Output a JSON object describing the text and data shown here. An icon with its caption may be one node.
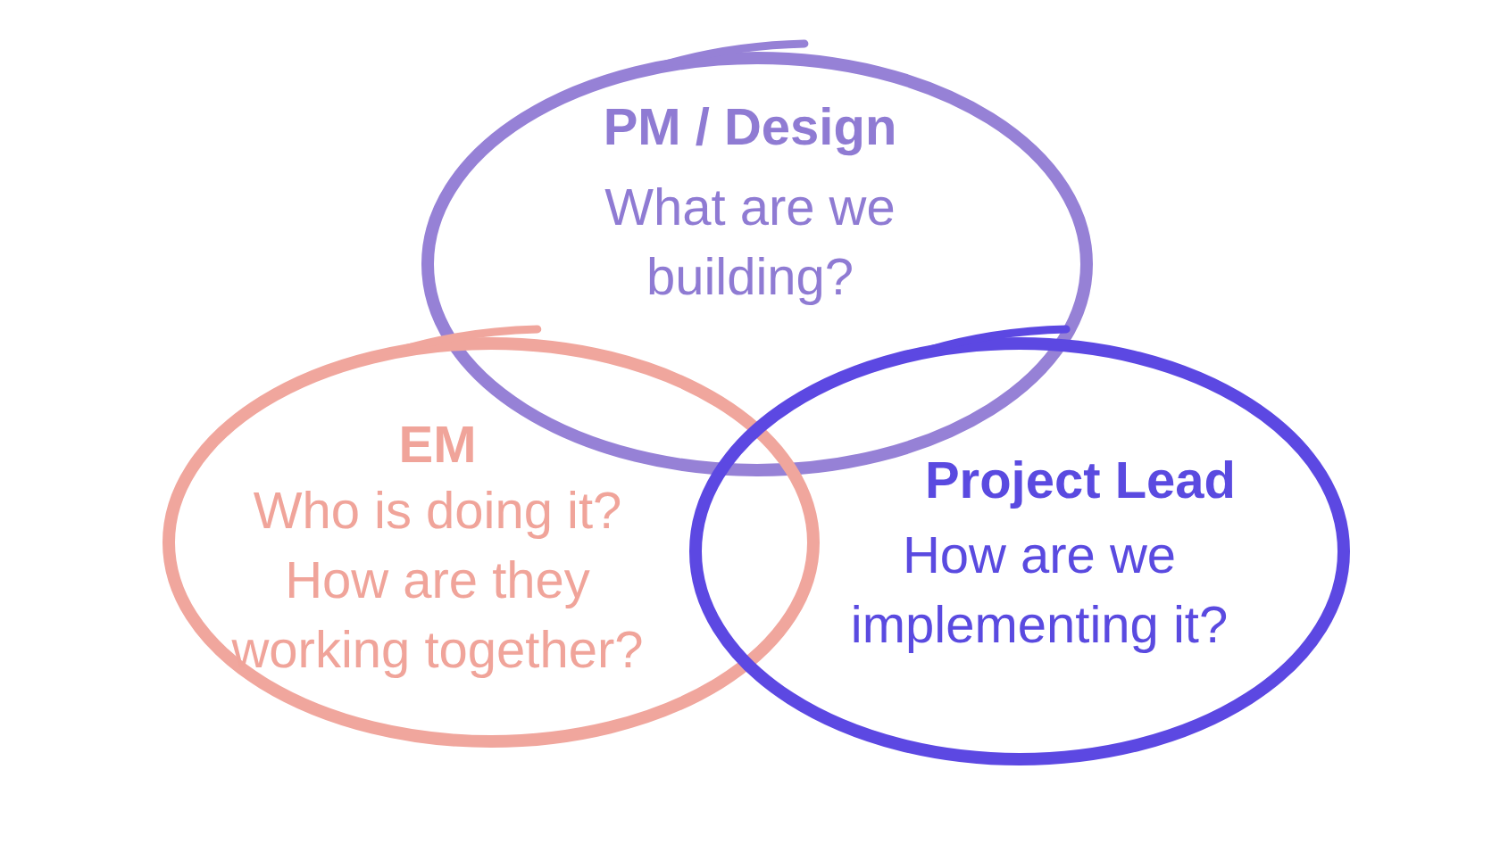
{
  "diagram": {
    "nodes": [
      {
        "text": [
          "PM / Design",
          "What are we building?"
        ]
      },
      {
        "text": [
          "EM",
          "Who is doing it? How are they working together?"
        ]
      },
      {
        "text": [
          "Project Lead",
          "How are we implementing it?"
        ]
      }
    ]
  }
}
